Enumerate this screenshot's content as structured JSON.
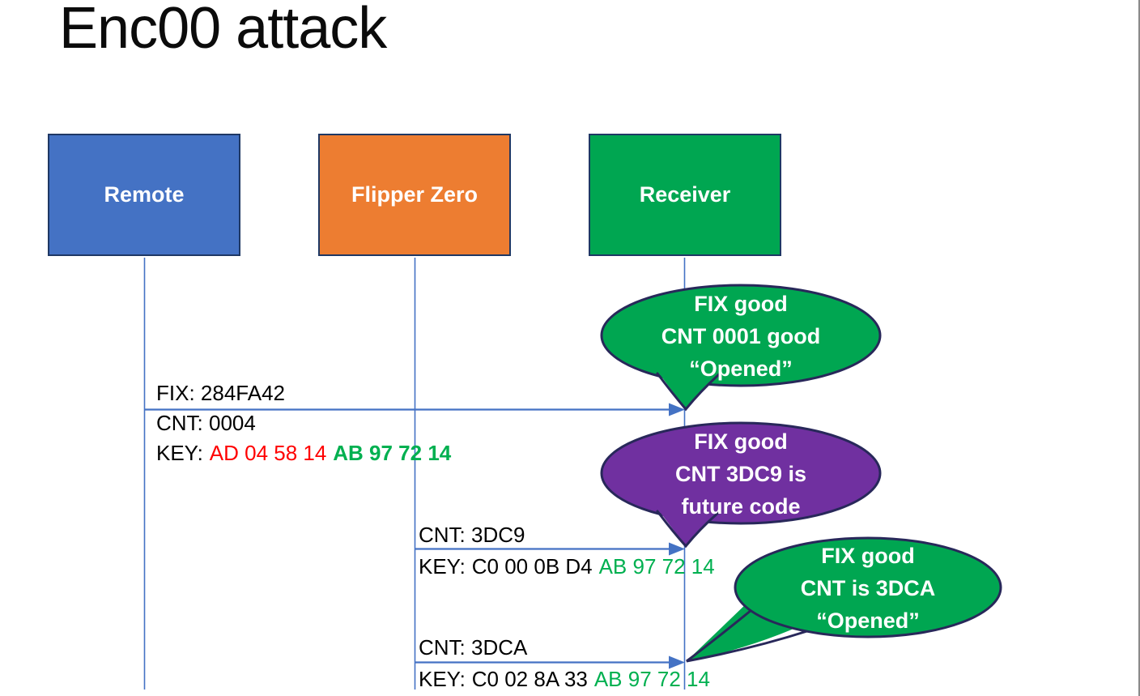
{
  "title": "Enc00 attack",
  "actors": [
    {
      "label": "Remote",
      "color": "#4472C4"
    },
    {
      "label": "Flipper Zero",
      "color": "#ED7D31"
    },
    {
      "label": "Receiver",
      "color": "#00A651"
    }
  ],
  "messages": [
    {
      "fix": "FIX: 284FA42",
      "cnt": "CNT: 0004",
      "key_label": "KEY:",
      "key_part1": "AD 04 58 14",
      "key_part2": "AB 97 72 14",
      "key_part1_color": "#FF0000",
      "key_part2_color": "#00B050"
    },
    {
      "cnt": "CNT: 3DC9",
      "key_label": "KEY:",
      "key_part1": "C0 00 0B D4",
      "key_part2": "AB 97 72 14",
      "key_part1_color": "#000000",
      "key_part2_color": "#00B050"
    },
    {
      "cnt": "CNT: 3DCA",
      "key_label": "KEY:",
      "key_part1": "C0 02 8A 33",
      "key_part2": "AB 97 72 14",
      "key_part1_color": "#000000",
      "key_part2_color": "#00B050"
    }
  ],
  "bubbles": [
    {
      "color": "#00A651",
      "line1": "FIX good",
      "line2": "CNT 0001 good",
      "line3": "“Opened”"
    },
    {
      "color": "#7030A0",
      "line1": "FIX good",
      "line2": "CNT 3DC9 is",
      "line3": "future code"
    },
    {
      "color": "#00A651",
      "line1": "FIX good",
      "line2": "CNT is 3DCA",
      "line3": "“Opened”"
    }
  ],
  "colors": {
    "actor_border": "#1F3864",
    "bubble_border": "#28285A",
    "line_blue": "#4472C4",
    "key_red": "#FF0000",
    "key_green": "#00B050",
    "bubble_green": "#00A651",
    "bubble_purple": "#7030A0"
  }
}
